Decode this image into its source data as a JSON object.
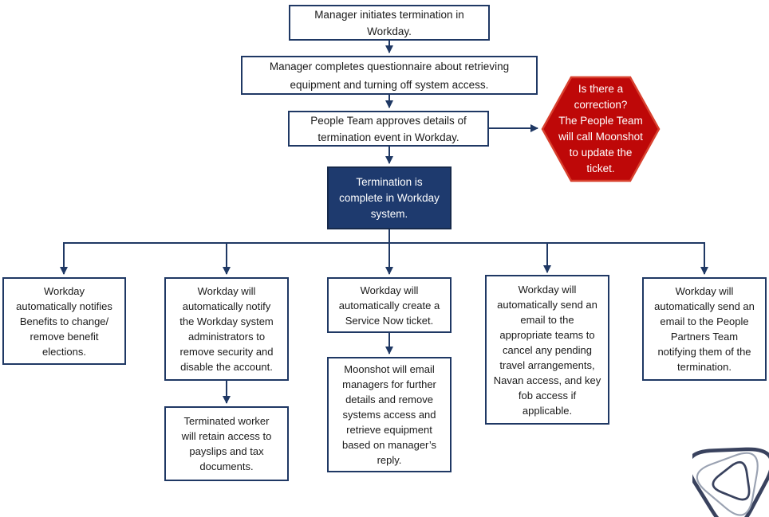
{
  "title": "Workday termination process flowchart",
  "colors": {
    "navy": "#1F3864",
    "navy_fill": "#1E3A6E",
    "navy_border_dark": "#16294B",
    "navy_soft": "#39425E",
    "gray_soft": "#9AA2B2",
    "red_fill": "#BE0808",
    "red_border": "#D8402E",
    "text": "#1A1A1A"
  },
  "icons": {
    "logo": "nested-rounded-triangles-logo"
  },
  "nodes": {
    "initiate": {
      "text": "Manager initiates termination in\nWorkday."
    },
    "questionnaire": {
      "text": "Manager completes questionnaire about retrieving\nequipment and turning off system access."
    },
    "approve": {
      "text": "People Team approves details of\ntermination event in Workday."
    },
    "correction": {
      "text": "Is there a\ncorrection?\nThe People Team\nwill call Moonshot\nto update the\nticket."
    },
    "complete": {
      "text": "Termination is\ncomplete in Workday\nsystem."
    },
    "benefits": {
      "text": "Workday\nautomatically notifies\nBenefits to change/\nremove benefit\nelections."
    },
    "security": {
      "text": "Workday will\nautomatically notify\nthe Workday system\nadministrators to\nremove security and\ndisable the account."
    },
    "payslips": {
      "text": "Terminated worker\nwill retain access to\npayslips and tax\ndocuments."
    },
    "servicenow": {
      "text": "Workday will\nautomatically create a\nService Now ticket."
    },
    "moonshot_email": {
      "text": "Moonshot will email\nmanagers for further\ndetails and remove\nsystems access and\nretrieve equipment\nbased on manager’s\nreply."
    },
    "travel": {
      "text": "Workday will\nautomatically send an\nemail to the\nappropriate teams to\ncancel any pending\ntravel arrangements,\nNavan access, and key\nfob access if\napplicable."
    },
    "people_partners": {
      "text": "Workday will\nautomatically send an\nemail to the People\nPartners Team\nnotifying them of the\ntermination."
    }
  }
}
